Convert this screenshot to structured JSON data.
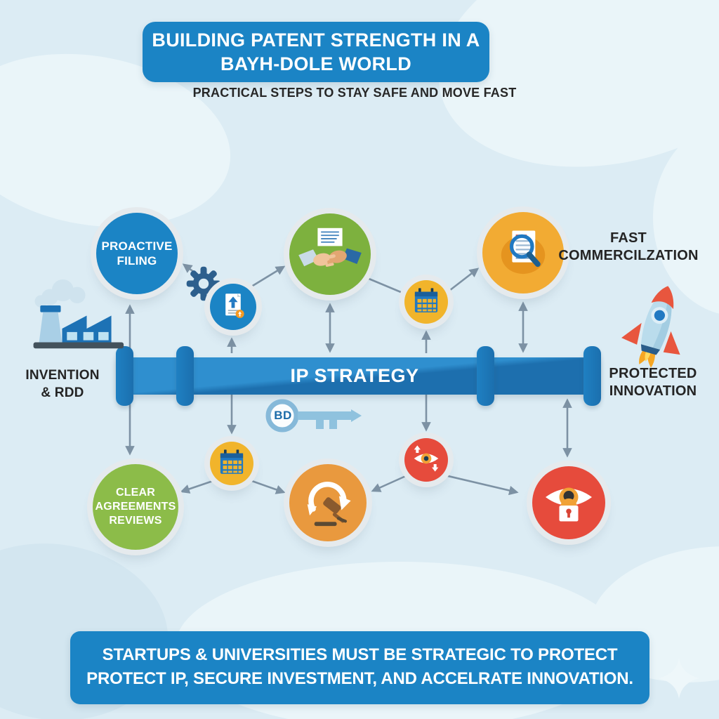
{
  "header": {
    "title_line1": "BUILDING PATENT STRENGTH IN A",
    "title_line2": "BAYH-DOLE WORLD",
    "subtitle": "PRACTICAL STEPS TO STAY SAFE AND MOVE FAST"
  },
  "pipeline": {
    "label": "IP STRATEGY",
    "key_badge": "BD"
  },
  "stages": {
    "invention": {
      "line1": "INVENTION",
      "line2": "& RDD"
    },
    "proactive_filing": {
      "line1": "PROACTIVE",
      "line2": "FILING"
    },
    "fast_commercialization": {
      "line1": "FAST",
      "line2": "COMMERCILZATION"
    },
    "protected_innovation": {
      "line1": "PROTECTED",
      "line2": "INNOVATION"
    },
    "clear_agreements": {
      "line1": "CLEAR",
      "line2": "AGREEMENTS",
      "line3": "REVIEWS"
    }
  },
  "footer": {
    "line1": "STARTUPS & UNIVERSITIES MUST BE STRATEGIC TO PROTECT",
    "line2": "PROTECT IP, SECURE INVESTMENT, AND ACCELRATE INNOVATION."
  },
  "icons": {
    "left_start": "factory-icon",
    "process": "gear-icon",
    "filing_doc": "document-upload-icon",
    "agreement": "handshake-icon",
    "schedule_top": "calendar-icon",
    "due_diligence": "document-search-icon",
    "launch": "rocket-icon",
    "access_key": "key-icon",
    "schedule_bottom": "calendar-icon",
    "compliance": "gavel-refresh-icon",
    "monitoring": "eye-arrows-icon",
    "confidentiality": "eye-lock-icon",
    "decor": "sparkle-icon"
  },
  "colors": {
    "background": "#dcecf4",
    "banner_blue": "#1b84c5",
    "pipe_top": "#2f8fcf",
    "pipe_bottom": "#1d6fae",
    "node_blue": "#1b84c5",
    "node_green": "#7db13e",
    "node_green_light": "#8cbc49",
    "node_yellow": "#f1b42b",
    "node_orange": "#e9993e",
    "node_red": "#e64b3c",
    "connector_gray": "#7d92a4",
    "label_dark": "#242424"
  }
}
